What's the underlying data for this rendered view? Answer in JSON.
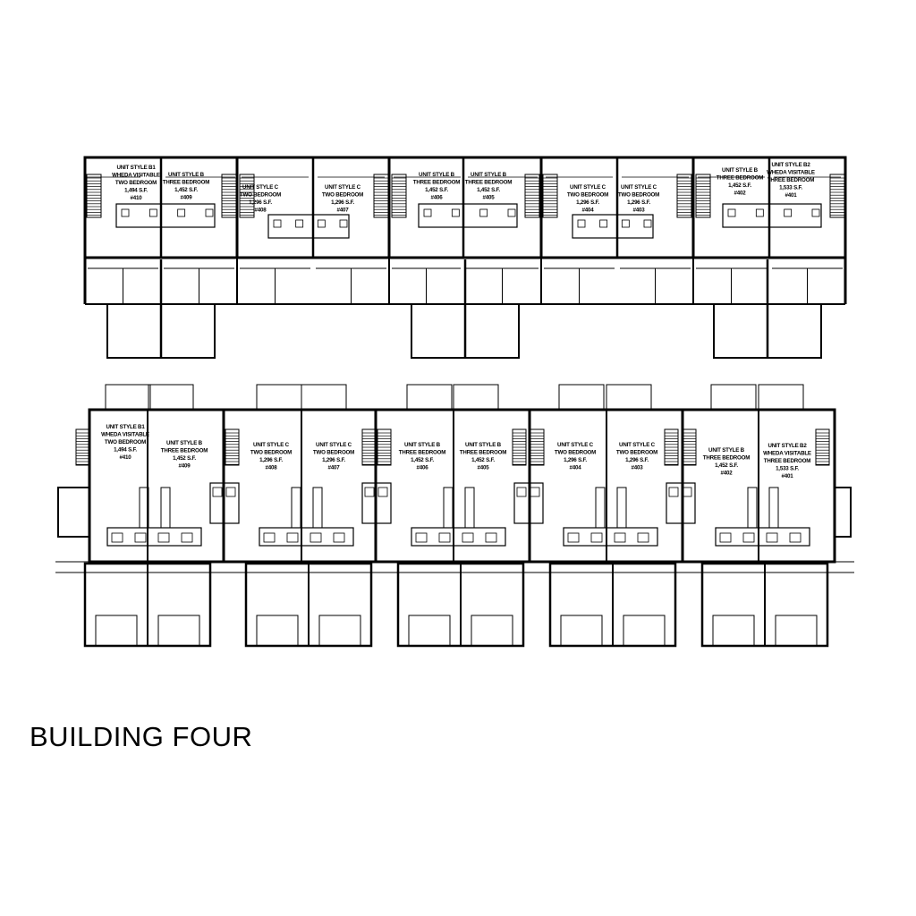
{
  "title": "BUILDING FOUR",
  "upper_plan": {
    "units": [
      {
        "lines": [
          "UNIT STYLE B1",
          "WHEDA VISITABLE",
          "TWO BEDROOM",
          "1,494 S.F.",
          "#410"
        ]
      },
      {
        "lines": [
          "UNIT STYLE B",
          "THREE BEDROOM",
          "1,452 S.F.",
          "#409"
        ]
      },
      {
        "lines": [
          "UNIT STYLE C",
          "TWO BEDROOM",
          "1,296 S.F.",
          "#408"
        ]
      },
      {
        "lines": [
          "UNIT STYLE C",
          "TWO BEDROOM",
          "1,296 S.F.",
          "#407"
        ]
      },
      {
        "lines": [
          "UNIT STYLE B",
          "THREE BEDROOM",
          "1,452 S.F.",
          "#406"
        ]
      },
      {
        "lines": [
          "UNIT STYLE B",
          "THREE BEDROOM",
          "1,452 S.F.",
          "#405"
        ]
      },
      {
        "lines": [
          "UNIT STYLE C",
          "TWO BEDROOM",
          "1,296 S.F.",
          "#404"
        ]
      },
      {
        "lines": [
          "UNIT STYLE C",
          "TWO BEDROOM",
          "1,296 S.F.",
          "#403"
        ]
      },
      {
        "lines": [
          "UNIT STYLE B",
          "THREE BEDROOM",
          "1,452 S.F.",
          "#402"
        ]
      },
      {
        "lines": [
          "UNIT STYLE B2",
          "WHEDA VISITABLE",
          "THREE BEDROOM",
          "1,533 S.F.",
          "#401"
        ]
      }
    ]
  },
  "lower_plan": {
    "units": [
      {
        "lines": [
          "UNIT STYLE B1",
          "WHEDA VISITABLE",
          "TWO BEDROOM",
          "1,494 S.F.",
          "#410"
        ]
      },
      {
        "lines": [
          "UNIT STYLE B",
          "THREE BEDROOM",
          "1,452 S.F.",
          "#409"
        ]
      },
      {
        "lines": [
          "UNIT STYLE C",
          "TWO BEDROOM",
          "1,296 S.F.",
          "#408"
        ]
      },
      {
        "lines": [
          "UNIT STYLE C",
          "TWO BEDROOM",
          "1,296 S.F.",
          "#407"
        ]
      },
      {
        "lines": [
          "UNIT STYLE B",
          "THREE BEDROOM",
          "1,452 S.F.",
          "#406"
        ]
      },
      {
        "lines": [
          "UNIT STYLE B",
          "THREE BEDROOM",
          "1,452 S.F.",
          "#405"
        ]
      },
      {
        "lines": [
          "UNIT STYLE C",
          "TWO BEDROOM",
          "1,296 S.F.",
          "#404"
        ]
      },
      {
        "lines": [
          "UNIT STYLE C",
          "TWO BEDROOM",
          "1,296 S.F.",
          "#403"
        ]
      },
      {
        "lines": [
          "UNIT STYLE B",
          "THREE BEDROOM",
          "1,452 S.F.",
          "#402"
        ]
      },
      {
        "lines": [
          "UNIT STYLE B2",
          "WHEDA VISITABLE",
          "THREE BEDROOM",
          "1,533 S.F.",
          "#401"
        ]
      }
    ]
  }
}
